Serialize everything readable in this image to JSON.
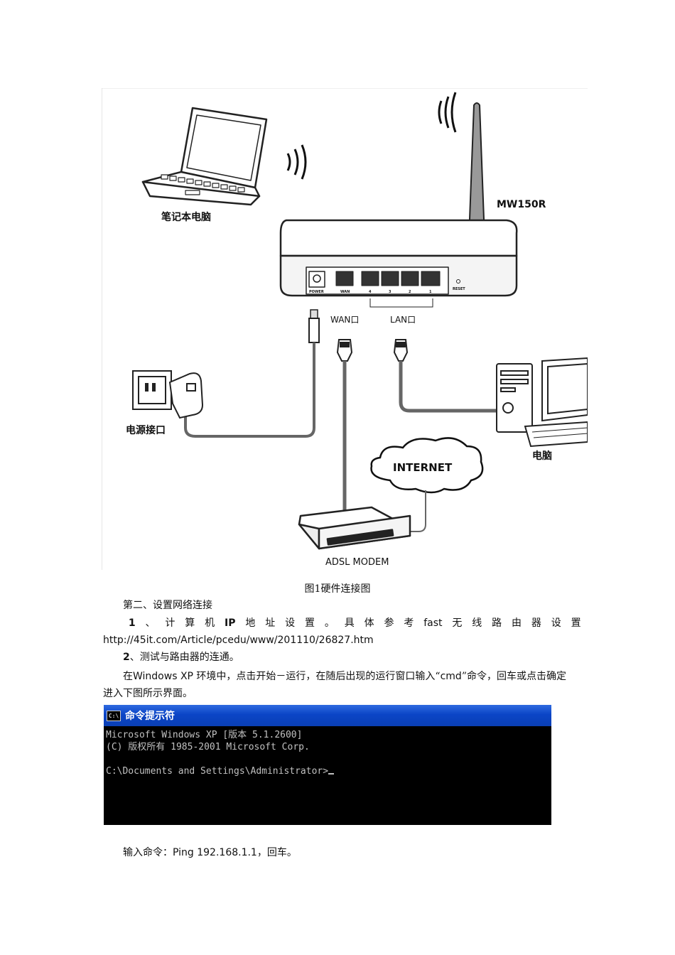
{
  "figure": {
    "model": "MW150R",
    "laptop_label": "笔记本电脑",
    "wan_label": "WAN口",
    "lan_label": "LAN口",
    "power_label": "电源接口",
    "pc_label": "电脑",
    "internet_label": "INTERNET",
    "modem_label": "ADSL MODEM",
    "port_power": "POWER",
    "port_wan": "WAN",
    "port_reset": "RESET",
    "lan_ports": [
      "4",
      "3",
      "2",
      "1"
    ]
  },
  "caption": "图1硬件连接图",
  "section2": "第二、设置网络连接",
  "step1": {
    "number": "1",
    "sep": "、",
    "pre": [
      "计",
      "算",
      "机"
    ],
    "ip": "IP",
    "mid": [
      "地",
      "址",
      "设",
      "置",
      "。",
      "具",
      "体",
      "参",
      "考"
    ],
    "fast": "fast",
    "post": [
      "无",
      "线",
      "路",
      "由",
      "器",
      "设",
      "置"
    ],
    "url": "http://45it.com/Article/pcedu/www/201110/26827.htm"
  },
  "step2": {
    "number": "2",
    "text": "、测试与路由器的连通。"
  },
  "para": {
    "p1": "在",
    "os": "Windows XP",
    "p2": " 环境中，点击开始－运行，在随后出现的运行窗口输入“",
    "cmd": "cmd",
    "p3": "”命令，回车或点击确定",
    "line2": "进入下图所示界面。"
  },
  "cmd_window": {
    "title": "命令提示符",
    "icon": "cmd-icon",
    "lines": [
      "Microsoft Windows XP [版本 5.1.2600]",
      "(C) 版权所有 1985-2001 Microsoft Corp.",
      "",
      "C:\\Documents and Settings\\Administrator>"
    ]
  },
  "ping": {
    "p1": "输入命令：",
    "cmd": "Ping 192.168.1.1",
    "p2": "，回车。"
  }
}
